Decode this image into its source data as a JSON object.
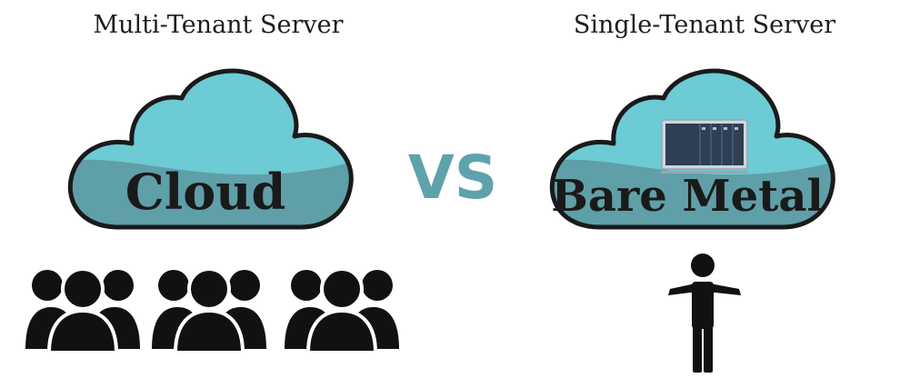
{
  "left": {
    "heading": "Multi-Tenant Server",
    "cloud_label": "Cloud"
  },
  "center": {
    "vs_label": "VS"
  },
  "right": {
    "heading": "Single-Tenant Server",
    "cloud_label": "Bare Metal"
  },
  "colors": {
    "cloud_light": "#6ccbd4",
    "cloud_dark": "#5f9fa8",
    "outline": "#1a1a1a",
    "vs": "#5ea3ab",
    "server_panel": "#2f3f54",
    "server_frame": "#cfd6de",
    "people": "#111111"
  },
  "icons": {
    "left_cloud": "cloud-icon",
    "right_cloud": "cloud-icon",
    "server": "server-rack-icon",
    "users_group": "users-group-icon",
    "single_user": "person-icon"
  }
}
